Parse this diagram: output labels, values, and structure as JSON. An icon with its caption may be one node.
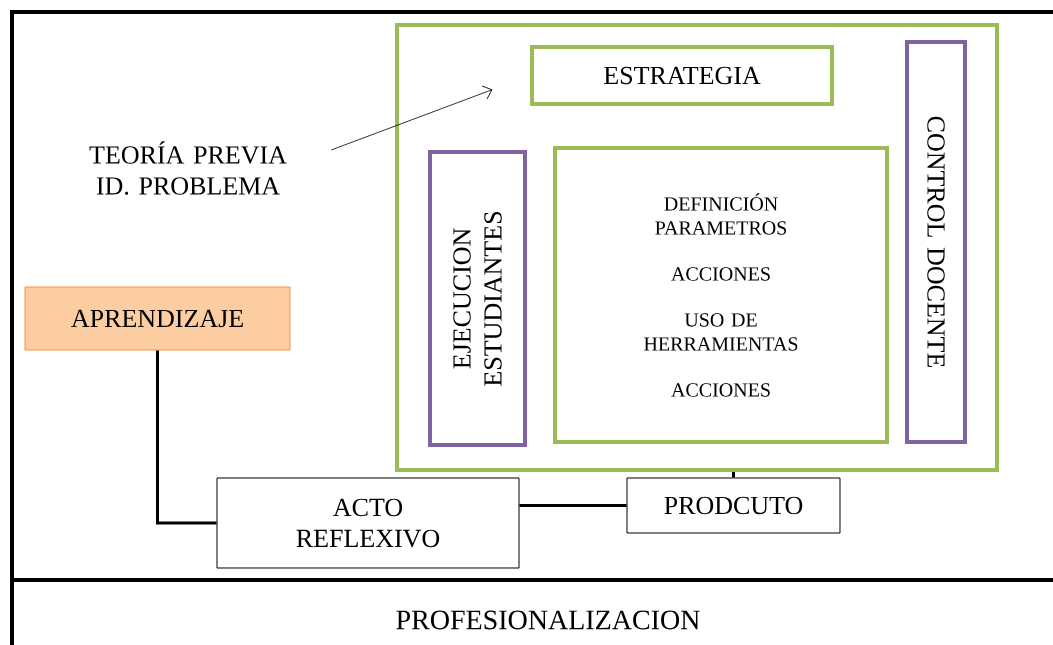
{
  "diagram": {
    "nodes": [
      {
        "text": [
          "TEORÍA PREVIA ID. PROBLEMA"
        ]
      },
      {
        "text": [],
        "shape": "box"
      },
      {
        "text": [
          "ESTRATEGIA"
        ],
        "in": 1
      },
      {
        "text": [
          "CONTROL DOCENTE"
        ],
        "in": 1
      },
      {
        "text": [
          "EJECUCION ESTUDIANTES"
        ],
        "in": 1
      },
      {
        "text": [
          "DEFINICIÓN PARAMETROS",
          "ACCIONES",
          "USO DE HERRAMIENTAS",
          "ACCIONES"
        ],
        "in": 1
      },
      {
        "text": [
          "APRENDIZAJE"
        ]
      },
      {
        "text": [
          "ACTO REFLEXIVO"
        ]
      },
      {
        "text": [
          "PRODCUTO"
        ]
      }
    ],
    "edges": [
      {
        "from": 0,
        "to": 2,
        "arrow": "to"
      },
      {
        "from": 6,
        "to": 7,
        "arrow": "none"
      },
      {
        "from": 7,
        "to": 8,
        "arrow": "none"
      },
      {
        "from": 8,
        "to": 1,
        "arrow": "none"
      }
    ],
    "labels": [
      "PROFESIONALIZACION"
    ]
  }
}
